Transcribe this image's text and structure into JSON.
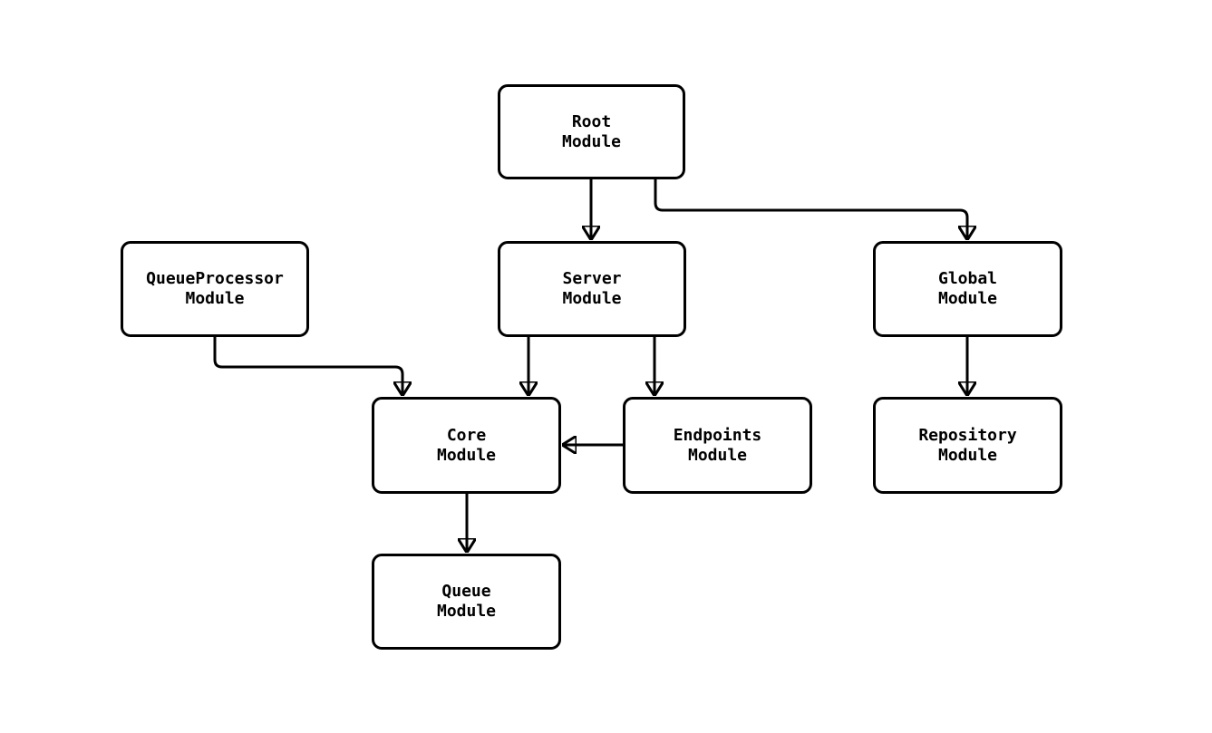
{
  "diagram": {
    "type": "module-dependency-graph",
    "background_color": "#ffffff",
    "stroke_color": "#000000",
    "text_color": "#000000",
    "nodes": [
      {
        "id": "root",
        "line1": "Root",
        "line2": "Module"
      },
      {
        "id": "queueprocessor",
        "line1": "QueueProcessor",
        "line2": "Module"
      },
      {
        "id": "server",
        "line1": "Server",
        "line2": "Module"
      },
      {
        "id": "global",
        "line1": "Global",
        "line2": "Module"
      },
      {
        "id": "core",
        "line1": "Core",
        "line2": "Module"
      },
      {
        "id": "endpoints",
        "line1": "Endpoints",
        "line2": "Module"
      },
      {
        "id": "repository",
        "line1": "Repository",
        "line2": "Module"
      },
      {
        "id": "queue",
        "line1": "Queue",
        "line2": "Module"
      }
    ],
    "edges": [
      {
        "from": "Root Module",
        "to": "Server Module"
      },
      {
        "from": "Root Module",
        "to": "Global Module"
      },
      {
        "from": "QueueProcessor Module",
        "to": "Core Module"
      },
      {
        "from": "Server Module",
        "to": "Core Module"
      },
      {
        "from": "Server Module",
        "to": "Endpoints Module"
      },
      {
        "from": "Endpoints Module",
        "to": "Core Module"
      },
      {
        "from": "Core Module",
        "to": "Queue Module"
      },
      {
        "from": "Global Module",
        "to": "Repository Module"
      }
    ]
  }
}
